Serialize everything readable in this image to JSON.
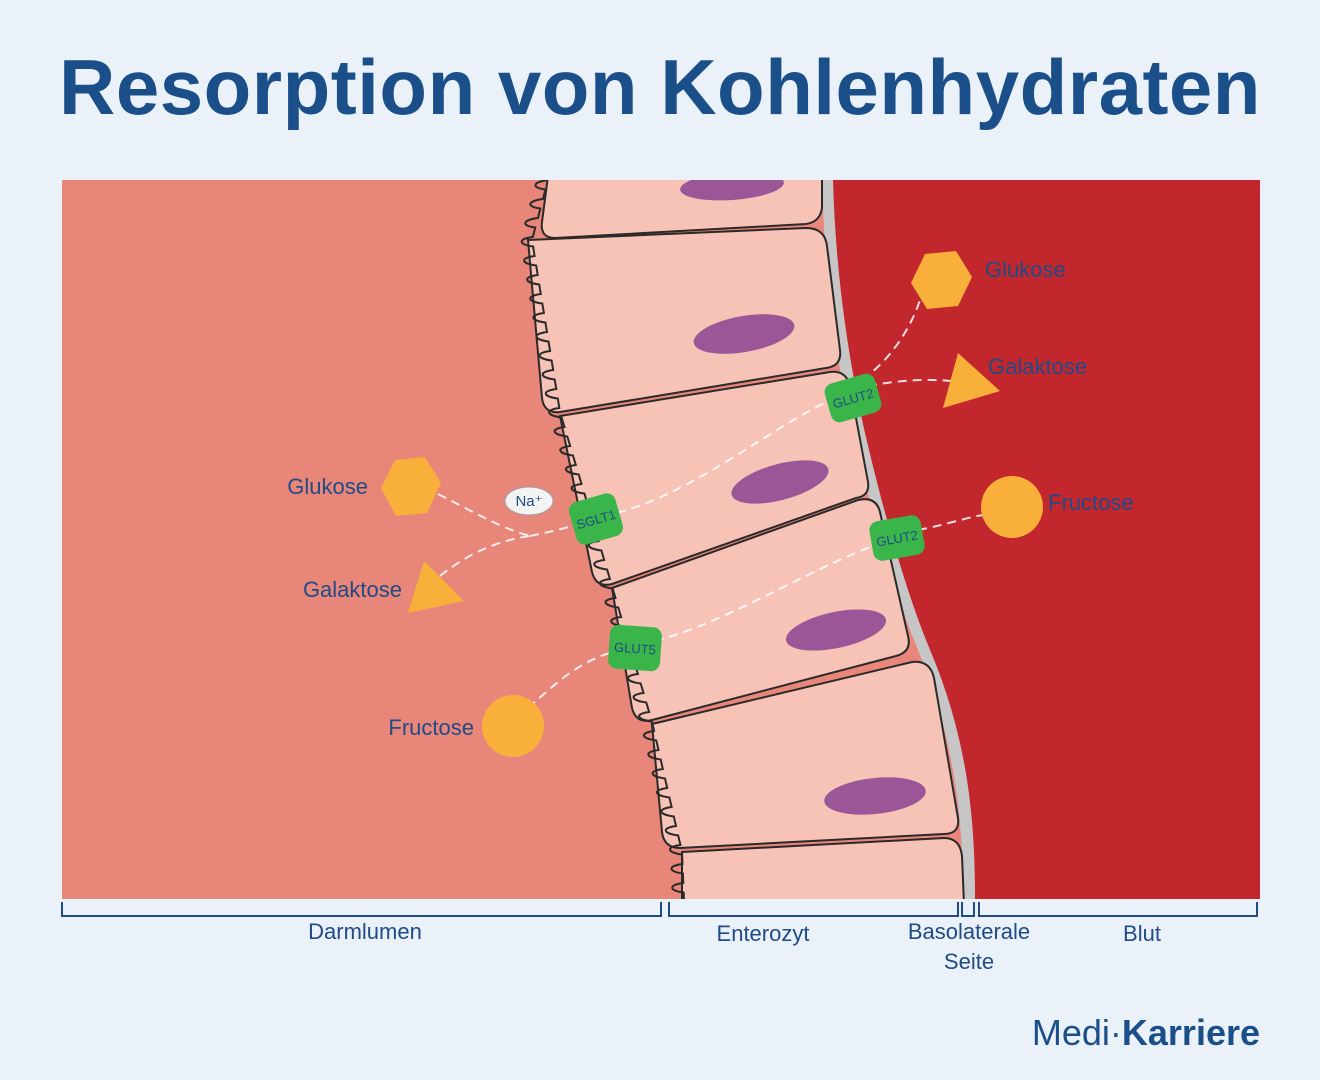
{
  "title": "Resorption von Kohlenhydraten",
  "lumen_side": {
    "glukose": "Glukose",
    "galaktose": "Galaktose",
    "fructose": "Fructose",
    "sodium": "Na⁺"
  },
  "transporters": {
    "sglt1": "SGLT1",
    "glut5": "GLUT5",
    "glut2_top": "GLUT2",
    "glut2_bottom": "GLUT2"
  },
  "blood_side": {
    "glukose": "Glukose",
    "galaktose": "Galaktose",
    "fructose": "Fructose"
  },
  "regions": {
    "darmlumen": "Darmlumen",
    "enterozyt": "Enterozyt",
    "basolateral_line1": "Basolaterale",
    "basolateral_line2": "Seite",
    "blut": "Blut"
  },
  "logo": {
    "part1": "Medi",
    "part2": "Karriere"
  },
  "colors": {
    "lumen": "#e8867a",
    "cell": "#f7c3b7",
    "nucleus": "#9b5697",
    "membrane": "#c6c6c6",
    "blood": "#c1272d",
    "transporter": "#3ab54a",
    "sugar": "#f8b03b",
    "text": "#1f4b87"
  }
}
